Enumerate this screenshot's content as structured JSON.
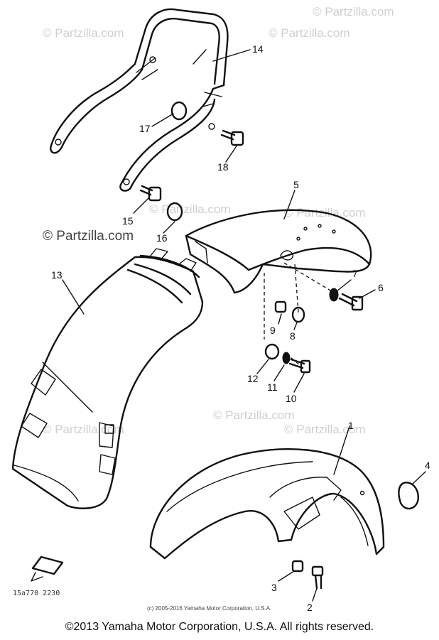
{
  "watermark": "© Partzilla.com",
  "callouts": {
    "c1": "1",
    "c2": "2",
    "c3": "3",
    "c4": "4",
    "c5": "5",
    "c6": "6",
    "c7": "7",
    "c8": "8",
    "c9": "9",
    "c10": "10",
    "c11": "11",
    "c12": "12",
    "c13": "13",
    "c14": "14",
    "c15": "15",
    "c16": "16",
    "c17": "17",
    "c18": "18"
  },
  "diagram_code": "15a770 2230",
  "copyright_small": "(c) 2005-2016 Yamaha Motor Corporation, U.S.A.",
  "footer": "©2013 Yamaha Motor Corporation, U.S.A. All rights reserved."
}
